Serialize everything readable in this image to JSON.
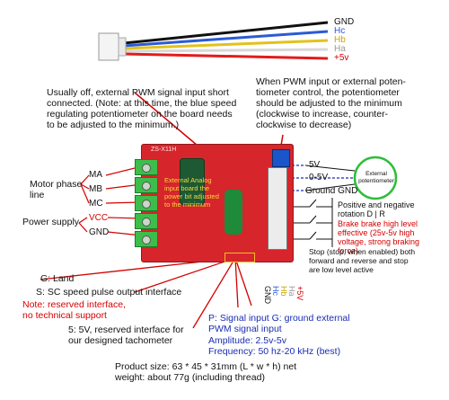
{
  "wire_labels": [
    "GND",
    "Hc",
    "Hb",
    "Ha",
    "+5v"
  ],
  "wire_colors": [
    "#111111",
    "#2b5bd6",
    "#e2c21a",
    "#e6e6e6",
    "#e31b1b"
  ],
  "notes": {
    "pwm_short": "Usually off, external PWM signal input short\nconnected. (Note: at this time, the blue speed\nregulating potentiometer on the board needs\nto be adjusted to the minimum.)",
    "pwm_pot": "When PWM input or external poten-\ntiometer control, the potentiometer\nshould be adjusted to the minimum\n(clockwise to increase, counter-\nclockwise to decrease)",
    "board_overlay": "External Analog\ninput board the\npower bit adjusted\nto the minimum",
    "silk_model": "ZS-X11H"
  },
  "left_labels": {
    "motor_phase": "Motor phase\nline",
    "ma": "MA",
    "mb": "MB",
    "mc": "MC",
    "power_supply": "Power supply",
    "vcc": "VCC",
    "gnd": "GND"
  },
  "right_labels": {
    "v5": "5V",
    "v0_5": "0-5V",
    "ground": "Ground GND",
    "pot": "External\npotentiometer",
    "rotation": "Positive and negative\nrotation D | R",
    "brake": "Brake brake high level\neffective (25v-5v high\nvoltage, strong braking\nforce)",
    "stop": "Stop (stop, when enabled) both\nforward and reverse and stop\nare low level active"
  },
  "bottom_pins": [
    "GND",
    "Hc",
    "Hb",
    "Ha",
    "+5V"
  ],
  "bottom_notes": {
    "g_land": "G: Land",
    "s_pulse": "S: SC speed pulse output interface",
    "reserved": "Note: reserved interface,\nno technical support",
    "tacho": "5: 5V, reserved interface for\nour designed tachometer",
    "pwm_signal": "P: Signal input G: ground external\nPWM signal input",
    "amplitude": "Amplitude: 2.5v-5v",
    "frequency": "Frequency: 50 hz-20 kHz (best)",
    "product": "Product size: 63 * 45 * 31mm (L * w * h) net\nweight: about 77g (including thread)"
  }
}
